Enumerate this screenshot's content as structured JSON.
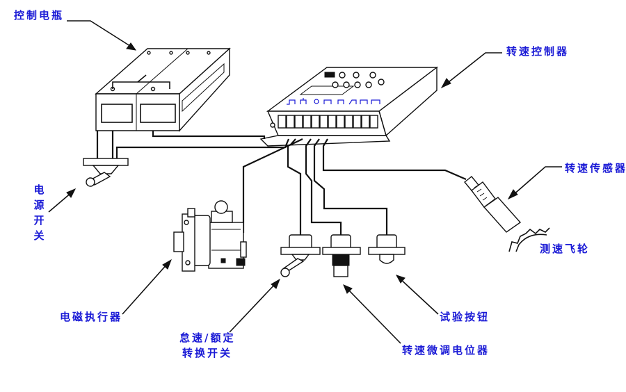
{
  "labels": {
    "control_battery": "控制电瓶",
    "speed_controller": "转速控制器",
    "power_switch": "电源开关",
    "speed_sensor": "转速传感器",
    "speed_wheel": "测速飞轮",
    "actuator": "电磁执行器",
    "idle_rated_switch": {
      "line1": "怠速/额定",
      "line2": "转换开关"
    },
    "speed_potentiometer": "转速微调电位器",
    "test_button": "试验按钮"
  },
  "colors": {
    "label": "#1a1ad6",
    "line": "#111111"
  }
}
